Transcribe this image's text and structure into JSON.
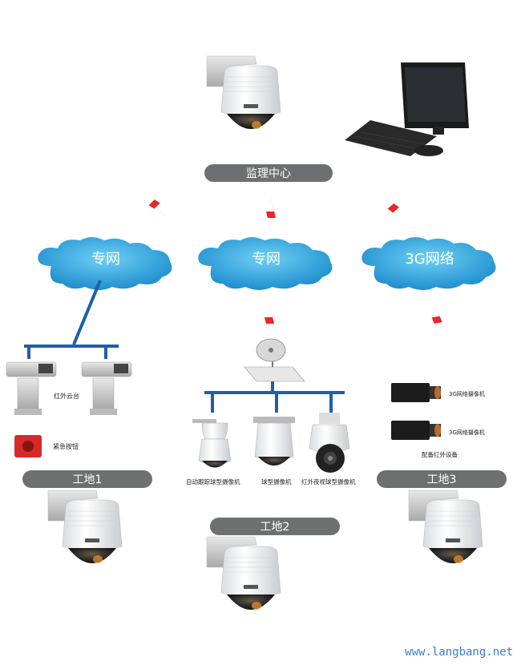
{
  "nodes": {
    "center": "监理中心",
    "site1": "工地1",
    "site2": "工地2",
    "site3": "工地3"
  },
  "networks": {
    "left": "专网",
    "middle": "专网",
    "right": "3G网络"
  },
  "device_labels": {
    "ir_ptz": "红外云台",
    "emergency_button": "紧急按钮",
    "auto_tracking_dome": "自动跟踪球型摄像机",
    "dome_camera": "球型摄像机",
    "ir_night_dome": "红外夜视球型摄像机",
    "3g_camera_1": "3G网络摄像机",
    "3g_camera_2": "3G网络摄像机",
    "ir_equipment": "配备红外设备"
  },
  "watermark": "www.langbang.net",
  "colors": {
    "link_blue": "#1f5fa8",
    "lightning_red": "#e8262b",
    "cloud_blue": "#2a9fd8",
    "pill_gray": "#6d6f72"
  }
}
